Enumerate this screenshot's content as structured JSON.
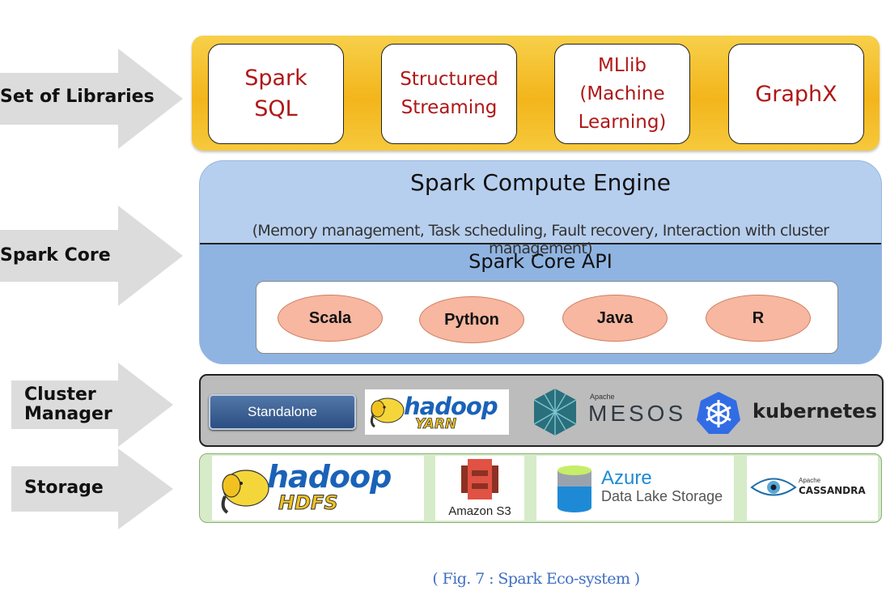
{
  "layers": {
    "libraries": "Set of Libraries",
    "core": "Spark Core",
    "cluster_line1": "Cluster",
    "cluster_line2": "Manager",
    "storage": "Storage"
  },
  "libraries": {
    "spark_sql_line1": "Spark",
    "spark_sql_line2": "SQL",
    "streaming_line1": "Structured",
    "streaming_line2": "Streaming",
    "mllib_line1": "MLlib",
    "mllib_line2": "(Machine",
    "mllib_line3": "Learning)",
    "graphx": "GraphX"
  },
  "core": {
    "engine_title": "Spark Compute Engine",
    "engine_subtitle": "(Memory management, Task scheduling, Fault recovery, Interaction with cluster management)",
    "api_title": "Spark Core API",
    "languages": [
      "Scala",
      "Python",
      "Java",
      "R"
    ]
  },
  "cluster_managers": {
    "standalone": "Standalone",
    "yarn_logo_text": "hadoop",
    "yarn_sub": "YARN",
    "mesos_small": "Apache",
    "mesos": "MESOS",
    "kubernetes": "kubernetes"
  },
  "storage": {
    "hdfs_logo_text": "hadoop",
    "hdfs_sub": "HDFS",
    "s3": "Amazon S3",
    "azure": "Azure",
    "azure_sub": "Data Lake Storage",
    "cassandra_small": "Apache",
    "cassandra": "CASSANDRA"
  },
  "caption": "( Fig. 7 : Spark Eco-system )",
  "colors": {
    "library_text": "#b01717",
    "library_band": "#f3b51b",
    "core_blue": "#8fb4e2",
    "language_fill": "#f7b7a0",
    "caption": "#3f6fc4"
  }
}
